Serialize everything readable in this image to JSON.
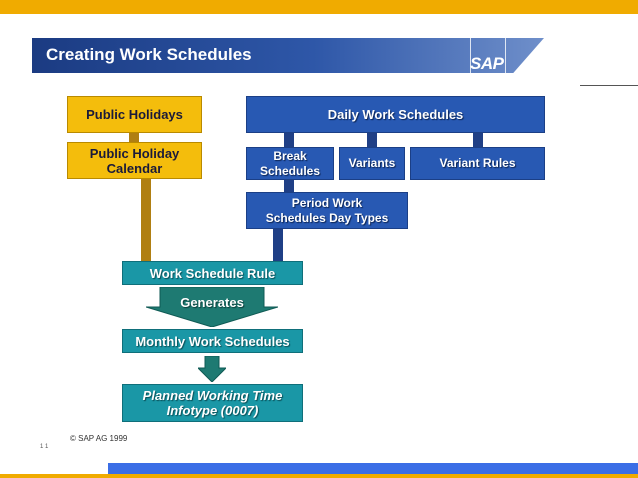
{
  "header": {
    "title": "Creating Work Schedules",
    "logo_text": "SAP"
  },
  "diagram": {
    "public_holidays": "Public Holidays",
    "public_holiday_calendar": "Public Holiday Calendar",
    "daily_work_schedules": "Daily Work Schedules",
    "break_schedules": "Break Schedules",
    "variants": "Variants",
    "variant_rules": "Variant Rules",
    "period_work_schedules": "Period Work Schedules Day Types",
    "work_schedule_rule": "Work Schedule Rule",
    "generates": "Generates",
    "monthly_work_schedules": "Monthly Work Schedules",
    "planned_working_time": "Planned Working Time Infotype (0007)"
  },
  "footer": {
    "copyright": "©  SAP AG 1999",
    "mark": "1 1"
  },
  "colors": {
    "accent_yellow": "#f0ab00",
    "box_blue": "#2859b3",
    "box_teal": "#1a97a6",
    "connector_brown": "#b07f12",
    "connector_navy": "#1f3f86"
  }
}
